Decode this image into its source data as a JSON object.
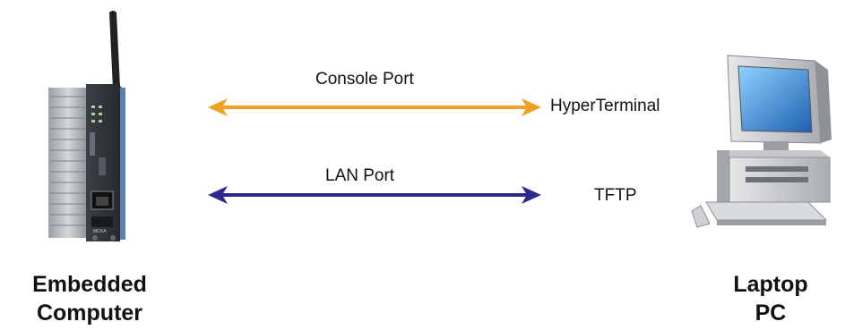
{
  "left_device": {
    "line1": "Embedded",
    "line2": "Computer",
    "brand_text": "MOXA"
  },
  "right_device": {
    "line1": "Laptop",
    "line2": "PC"
  },
  "links": [
    {
      "top_label": "Console Port",
      "right_label": "HyperTerminal",
      "color": "#f0a020"
    },
    {
      "top_label": "LAN Port",
      "right_label": "TFTP",
      "color": "#2a2a8c"
    }
  ]
}
